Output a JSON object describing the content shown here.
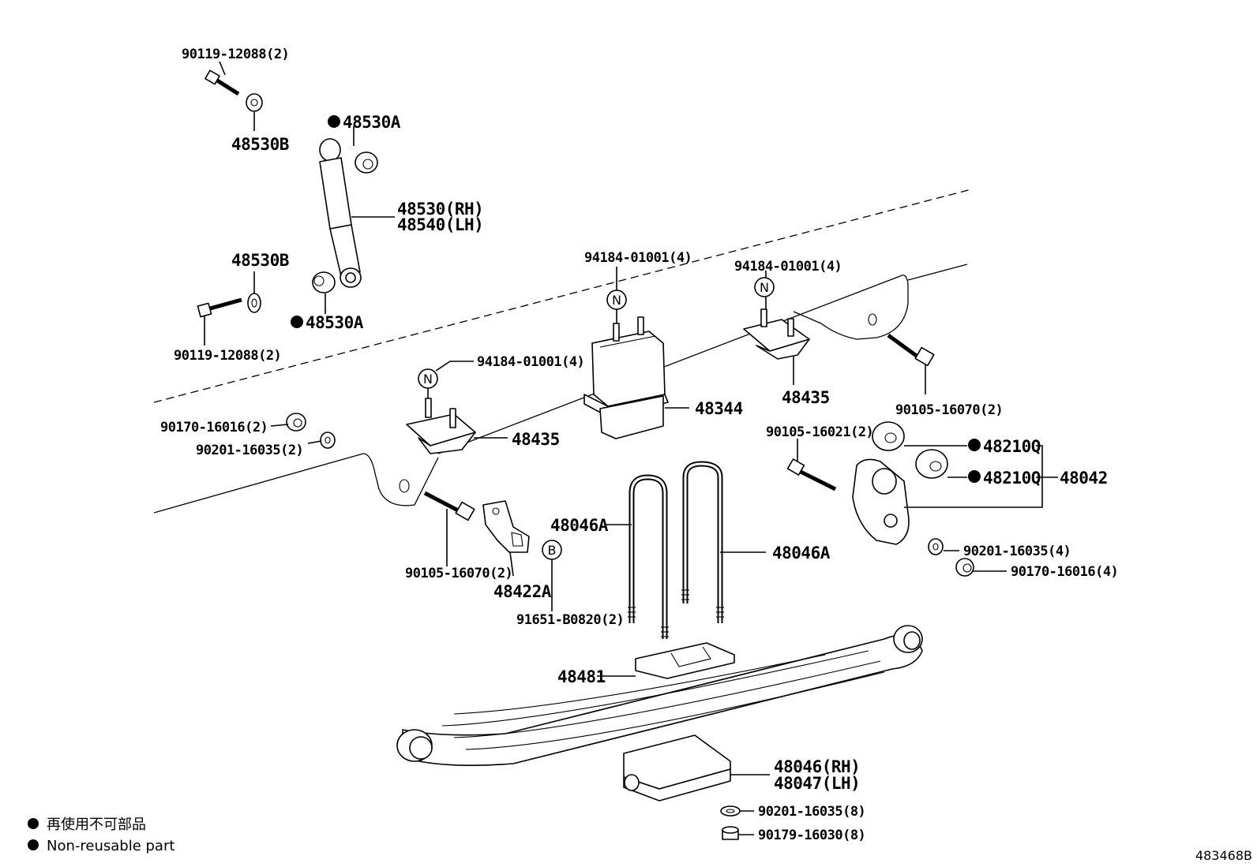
{
  "labels": {
    "bolt_upper": "90119-12088(2)",
    "bushing_upper": "48530B",
    "cushion_upper": "48530A",
    "absorber_rh": "48530(RH)",
    "absorber_lh": "48540(LH)",
    "bushing_lower_label": "48530B",
    "cushion_lower": "48530A",
    "bolt_lower": "90119-12088(2)",
    "nut_top_center": "94184-01001(4)",
    "nut_top_right": "94184-01001(4)",
    "nut_left": "94184-01001(4)",
    "nut_90170_left": "90170-16016(2)",
    "washer_90201_left": "90201-16035(2)",
    "stopper_left": "48435",
    "bumper_center": "48344",
    "stopper_right": "48435",
    "bolt_right_top": "90105-16070(2)",
    "bolt_right_mid": "90105-16021(2)",
    "bush_1": "48210Q",
    "bush_2": "48210Q",
    "shackle": "48042",
    "ubolt_left": "48046A",
    "ubolt_right": "48046A",
    "bolt_left_lower": "90105-16070(2)",
    "bracket": "48422A",
    "bolt_b": "91651-B0820(2)",
    "washer_right": "90201-16035(4)",
    "nut_right": "90170-16016(4)",
    "spring_seat": "48481",
    "plate_rh": "48046(RH)",
    "plate_lh": "48047(LH)",
    "washer_bottom": "90201-16035(8)",
    "nut_bottom": "90179-16030(8)"
  },
  "markers": {
    "n": "N",
    "b": "B"
  },
  "legend": {
    "line1": "再使用不可部品",
    "line2": "Non-reusable part"
  },
  "diagram_code": "483468B"
}
